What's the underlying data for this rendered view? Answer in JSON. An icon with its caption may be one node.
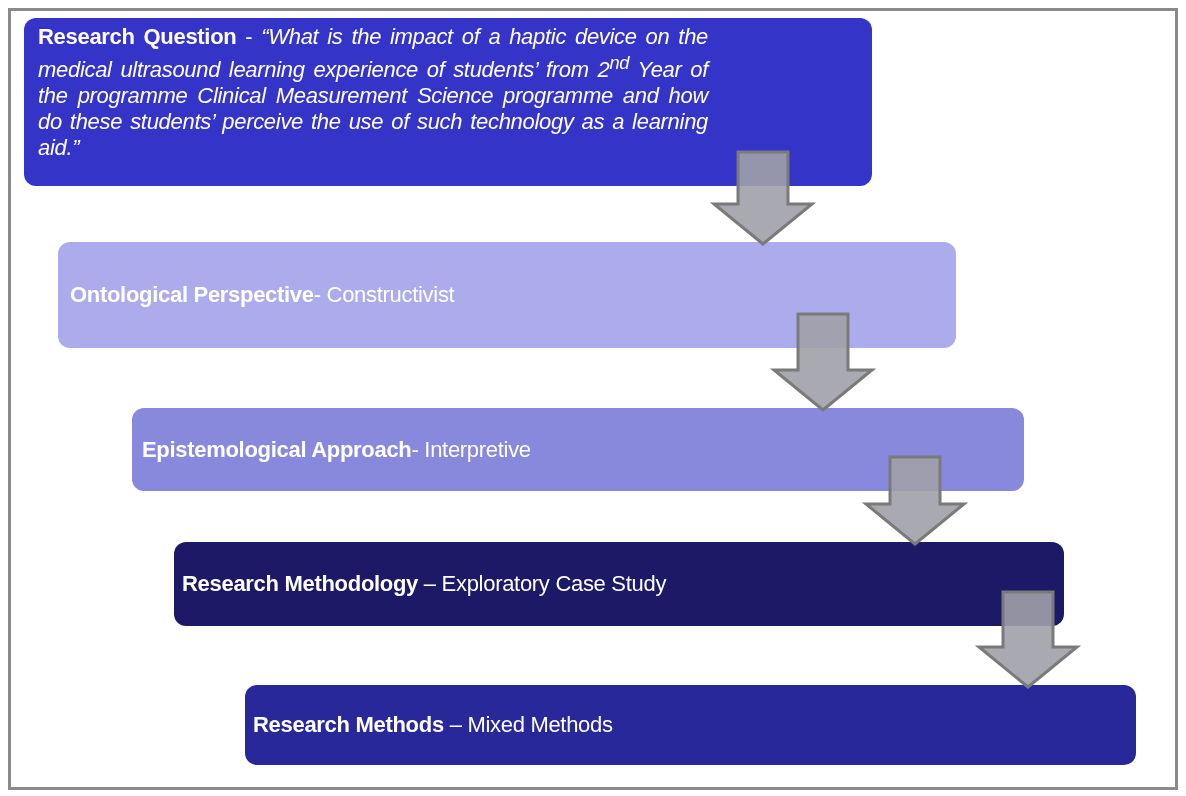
{
  "diagram": {
    "nodes": [
      {
        "text": [
          "**Research Question** - *“What is the impact of a haptic device on the medical ultrasound learning experience of students’ from 2$^{nd}$ Year of the programme Clinical Measurement Science programme and how do these students’ perceive the use of such technology as a learning aid.”*"
        ]
      },
      {
        "text": [
          "**Ontological Perspective**- Constructivist"
        ]
      },
      {
        "text": [
          "**Epistemological Approach**- Interpretive"
        ]
      },
      {
        "text": [
          "**Research Methodology** – Exploratory Case Study"
        ]
      },
      {
        "text": [
          "**Research Methods** – Mixed Methods"
        ]
      }
    ],
    "edges": [
      {
        "from": 0,
        "to": 1,
        "arrow": "to"
      },
      {
        "from": 1,
        "to": 2,
        "arrow": "to"
      },
      {
        "from": 2,
        "to": 3,
        "arrow": "to"
      },
      {
        "from": 3,
        "to": 4,
        "arrow": "to"
      }
    ]
  }
}
